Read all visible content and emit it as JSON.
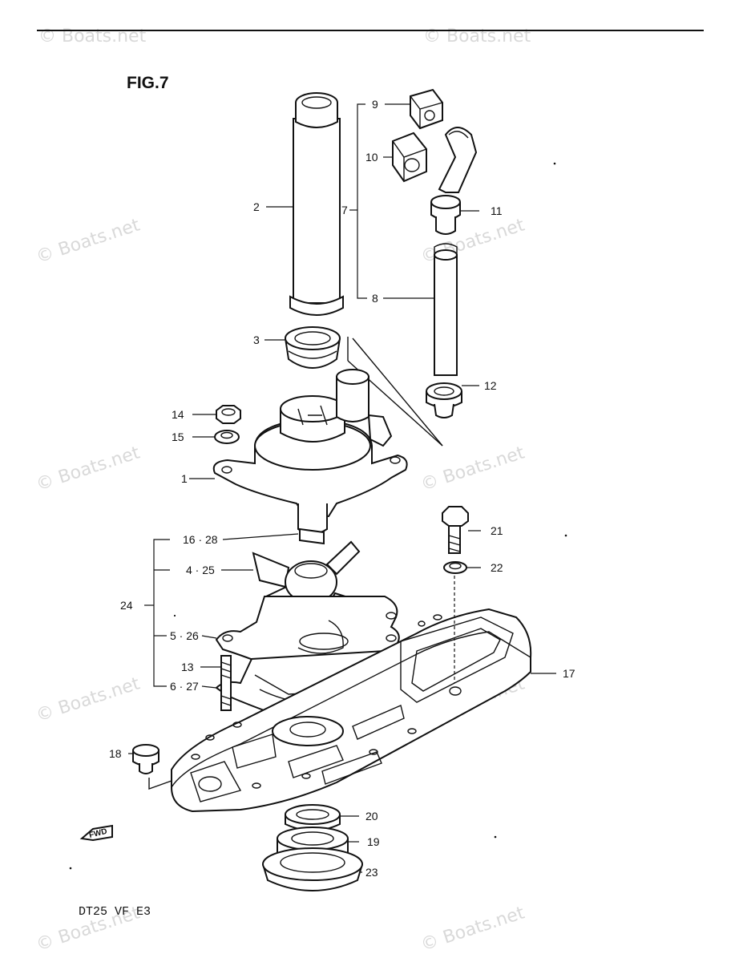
{
  "figure": {
    "title": "FIG.7",
    "model_code": "DT25  VF  E3"
  },
  "watermark": {
    "text": "© Boats.net"
  },
  "fwd_marker": {
    "text": "FWD"
  },
  "callouts": [
    {
      "id": "c1",
      "label": "1"
    },
    {
      "id": "c2",
      "label": "2"
    },
    {
      "id": "c3",
      "label": "3"
    },
    {
      "id": "c4",
      "label": "4 · 25"
    },
    {
      "id": "c5",
      "label": "5 · 26"
    },
    {
      "id": "c6",
      "label": "6 · 27"
    },
    {
      "id": "c7",
      "label": "7"
    },
    {
      "id": "c8",
      "label": "8"
    },
    {
      "id": "c9",
      "label": "9"
    },
    {
      "id": "c10",
      "label": "10"
    },
    {
      "id": "c11",
      "label": "11"
    },
    {
      "id": "c12",
      "label": "12"
    },
    {
      "id": "c13",
      "label": "13"
    },
    {
      "id": "c14",
      "label": "14"
    },
    {
      "id": "c15",
      "label": "15"
    },
    {
      "id": "c16",
      "label": "16 · 28"
    },
    {
      "id": "c17",
      "label": "17"
    },
    {
      "id": "c18",
      "label": "18"
    },
    {
      "id": "c19",
      "label": "19"
    },
    {
      "id": "c20",
      "label": "20"
    },
    {
      "id": "c21",
      "label": "21"
    },
    {
      "id": "c22",
      "label": "22"
    },
    {
      "id": "c23",
      "label": "23"
    },
    {
      "id": "c24",
      "label": "24"
    }
  ]
}
